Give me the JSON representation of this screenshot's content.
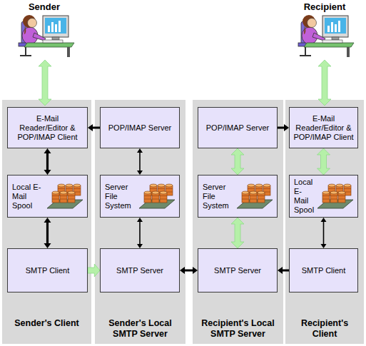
{
  "diagram": {
    "nodes": [
      {
        "text": [
          "Sender's Client"
        ]
      },
      {
        "text": [
          "E-Mail Reader/Editor & POP/IMAP Client"
        ],
        "in": 0
      },
      {
        "text": [
          "Local E-Mail Spool"
        ],
        "in": 0
      },
      {
        "text": [
          "SMTP Client"
        ],
        "in": 0
      },
      {
        "text": [
          "Sender's Local SMTP Server"
        ]
      },
      {
        "text": [
          "POP/IMAP Server"
        ],
        "in": 4
      },
      {
        "text": [
          "Server File System"
        ],
        "in": 4
      },
      {
        "text": [
          "SMTP Server"
        ],
        "in": 4
      },
      {
        "text": [
          "Recipient's Local SMTP Server"
        ]
      },
      {
        "text": [
          "POP/IMAP Server"
        ],
        "in": 8
      },
      {
        "text": [
          "Server File System"
        ],
        "in": 8
      },
      {
        "text": [
          "SMTP Server"
        ],
        "in": 8
      },
      {
        "text": [
          "Recipient's Client"
        ]
      },
      {
        "text": [
          "E-Mail Reader/Editor & POP/IMAP Client"
        ],
        "in": 12
      },
      {
        "text": [
          "Local E-Mail Spool"
        ],
        "in": 12
      },
      {
        "text": [
          "SMTP Client"
        ],
        "in": 12
      }
    ],
    "edges": [
      {
        "from": 1,
        "to": 2,
        "arrow": "both"
      },
      {
        "from": 2,
        "to": 3,
        "arrow": "both"
      },
      {
        "from": 3,
        "to": 7,
        "arrow": "to"
      },
      {
        "from": 5,
        "to": 1,
        "arrow": "to"
      },
      {
        "from": 5,
        "to": 6,
        "arrow": "both"
      },
      {
        "from": 6,
        "to": 7,
        "arrow": "both"
      },
      {
        "from": 7,
        "to": 11,
        "arrow": "both"
      },
      {
        "from": 11,
        "to": 10,
        "arrow": "both"
      },
      {
        "from": 10,
        "to": 9,
        "arrow": "both"
      },
      {
        "from": 9,
        "to": 13,
        "arrow": "to"
      },
      {
        "from": 15,
        "to": 11,
        "arrow": "to"
      },
      {
        "from": 13,
        "to": 14,
        "arrow": "both"
      },
      {
        "from": 14,
        "to": 15,
        "arrow": "both"
      }
    ],
    "labels": [
      "Sender",
      "Recipient"
    ]
  }
}
